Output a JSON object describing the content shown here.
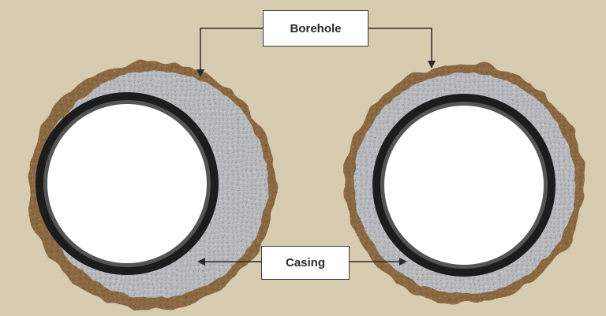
{
  "labels": {
    "borehole": "Borehole",
    "casing": "Casing"
  },
  "colors": {
    "background": "#d8ccb0",
    "soil": "#8c6a45",
    "grout": "#b4b6ba",
    "casing": "#1c1c1c",
    "bore_interior": "#ffffff"
  },
  "diagrams": [
    {
      "name": "off-center-casing",
      "description_visible": false
    },
    {
      "name": "centered-casing",
      "description_visible": false
    }
  ]
}
